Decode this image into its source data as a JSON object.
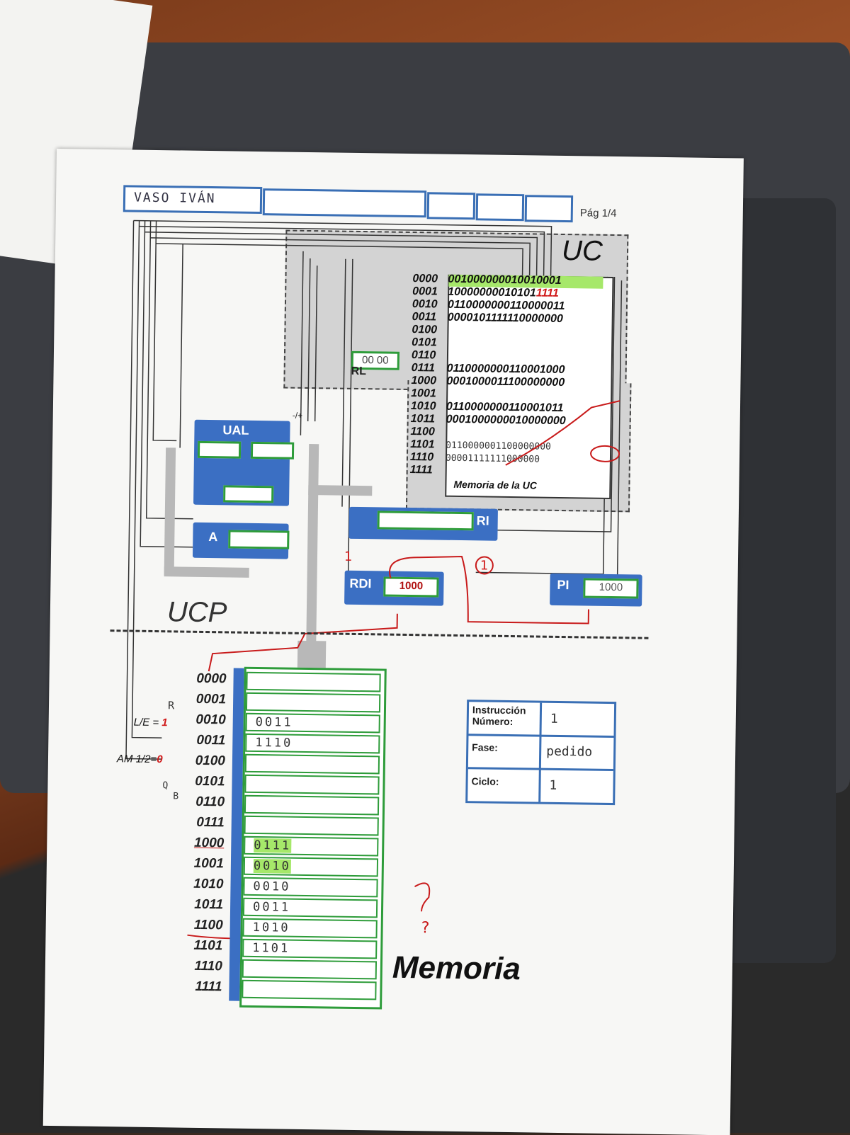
{
  "header": {
    "name": "VASO IVÁN",
    "page": "Pág 1/4"
  },
  "uc": {
    "title": "UC",
    "memory_caption": "Memoria de la UC",
    "rows": [
      {
        "addr": "0000",
        "value": "0010000000100",
        "tail": "10001"
      },
      {
        "addr": "0001",
        "value": "10000000010101",
        "tail": "1111"
      },
      {
        "addr": "0010",
        "value": "01100000001100",
        "tail": "00011"
      },
      {
        "addr": "0011",
        "value": "00001011111100",
        "tail": "00000"
      },
      {
        "addr": "0100",
        "value": "",
        "tail": ""
      },
      {
        "addr": "0101",
        "value": "",
        "tail": ""
      },
      {
        "addr": "0110",
        "value": "",
        "tail": ""
      },
      {
        "addr": "0111",
        "value": "01100000001100",
        "tail": "01000"
      },
      {
        "addr": "1000",
        "value": "00010000111000",
        "tail": "00000"
      },
      {
        "addr": "1001",
        "value": "",
        "tail": ""
      },
      {
        "addr": "1010",
        "value": "01100000001100",
        "tail": "01011"
      },
      {
        "addr": "1011",
        "value": "00010000000100",
        "tail": "00000"
      },
      {
        "addr": "1100",
        "value": "",
        "tail": ""
      },
      {
        "addr": "1101",
        "value": "011000000110000",
        "tail": "0000"
      },
      {
        "addr": "1110",
        "value": "000011111110000",
        "tail": "00"
      },
      {
        "addr": "1111",
        "value": "",
        "tail": ""
      }
    ]
  },
  "ucp": {
    "title": "UCP",
    "ual_label": "UAL",
    "a_label": "A",
    "ual_op": "-/+",
    "rl_label": "RL",
    "rl_value": "00 00",
    "ri_label": "RI",
    "rdi_label": "RDI",
    "rdi_value": "1000",
    "pi_label": "PI",
    "pi_value": "1000",
    "annotation_1": "1",
    "annotation_circled": "1"
  },
  "memoria": {
    "title": "Memoria",
    "le_label": "L/E =",
    "le_value": "1",
    "am_label": "AM 1/2=",
    "am_value": "0",
    "note_r": "R",
    "note_q": "Q",
    "note_b": "B",
    "note_question": "?",
    "rows": [
      {
        "addr": "0000",
        "value": ""
      },
      {
        "addr": "0001",
        "value": ""
      },
      {
        "addr": "0010",
        "value": "0011"
      },
      {
        "addr": "0011",
        "value": "1110"
      },
      {
        "addr": "0100",
        "value": ""
      },
      {
        "addr": "0101",
        "value": ""
      },
      {
        "addr": "0110",
        "value": ""
      },
      {
        "addr": "0111",
        "value": ""
      },
      {
        "addr": "1000",
        "value": "0111"
      },
      {
        "addr": "1001",
        "value": "0010"
      },
      {
        "addr": "1010",
        "value": "0010"
      },
      {
        "addr": "1011",
        "value": "0011"
      },
      {
        "addr": "1100",
        "value": "1010"
      },
      {
        "addr": "1101",
        "value": "1101"
      },
      {
        "addr": "1110",
        "value": ""
      },
      {
        "addr": "1111",
        "value": ""
      }
    ]
  },
  "status_table": {
    "instr_label": "Instrucción Número:",
    "instr_value": "1",
    "fase_label": "Fase:",
    "fase_value": "pedido",
    "ciclo_label": "Ciclo:",
    "ciclo_value": "1"
  },
  "colors": {
    "blue": "#3b6fc3",
    "green": "#2e9c3a",
    "red": "#d01818",
    "highlight": "#a6e86a"
  }
}
